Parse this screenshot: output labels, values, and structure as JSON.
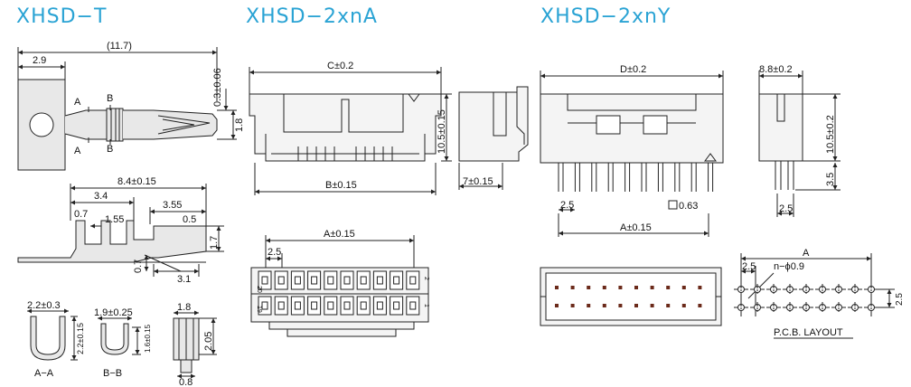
{
  "titles": {
    "terminal": "XHSD−T",
    "housing": "XHSD−2xnA",
    "header": "XHSD−2xnY"
  },
  "colors": {
    "title": "#2aa3d4",
    "line": "#222222",
    "fill": "#e8e8e8"
  },
  "terminal": {
    "overall": "(11.7)",
    "width_2_9": "2.9",
    "a_top": "A",
    "b_top": "B",
    "a_bot": "A",
    "b_bot": "B",
    "tol_0_3": "0.3±0.06",
    "h_1_8": "1.8",
    "side_8_4": "8.4±0.15",
    "side_3_4": "3.4",
    "side_0_7": "0.7",
    "side_1_55": "1.55",
    "side_3_55": "3.55",
    "side_0_5": "0.5",
    "side_1_7": "1.7",
    "side_0_7b": "0.7",
    "side_3_1": "3.1",
    "aa_width": "2.2±0.3",
    "aa_height": "2.2±0.15",
    "aa_label": "A−A",
    "bb_width": "1.9±0.25",
    "bb_height": "1.6±0.15",
    "bb_label": "B−B",
    "end_1_8": "1.8",
    "end_2_05": "2.05",
    "end_0_8": "0.8"
  },
  "housing": {
    "c_dim": "C±0.2",
    "b_dim": "B±0.15",
    "h_10_5": "10.5±0.15",
    "w_7": "7±0.15",
    "a_dim": "A±0.15",
    "pitch": "2.5",
    "pin20": "20",
    "pin19": "19",
    "pin2": "2",
    "pin1": "1"
  },
  "header": {
    "d_dim": "D±0.2",
    "w_8_8": "8.8±0.2",
    "h_10_5": "10.5±0.2",
    "h_3_5": "3.5",
    "pitch": "2.5",
    "pin_sq": "0.63",
    "a_dim": "A±0.15",
    "side_pitch": "2.5",
    "pcb_a": "A",
    "pcb_pitch": "2.5",
    "pcb_hole": "n−ϕ0.9",
    "pcb_row": "2.5",
    "pcb_label": "P.C.B. LAYOUT"
  }
}
